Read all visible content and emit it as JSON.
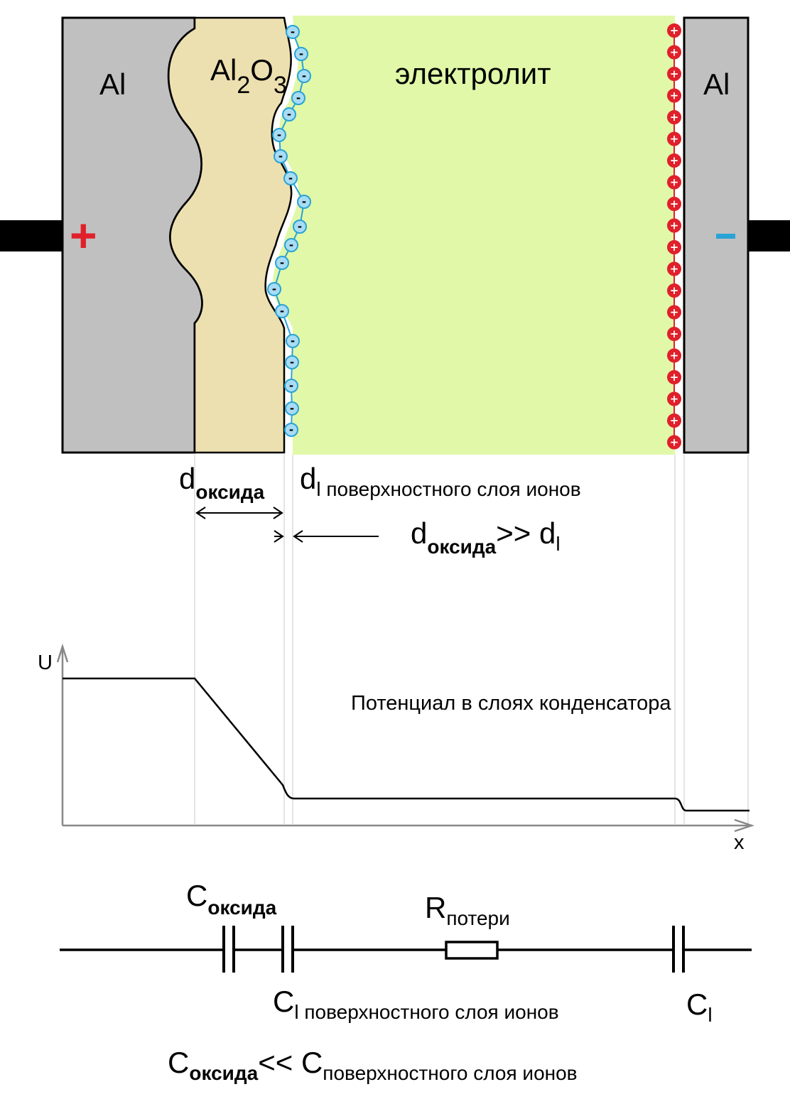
{
  "layers": {
    "anode_label": "Al",
    "oxide_label": {
      "base": "Al",
      "sub1": "2",
      "mid": "O",
      "sub2": "3"
    },
    "electrolyte_label": "электролит",
    "cathode_label": "Al",
    "anode_terminal_sign": "+",
    "cathode_terminal_sign": "-",
    "negative_ion_sign": "-",
    "positive_ion_sign": "+"
  },
  "dimensions": {
    "d_oxide": {
      "base": "d",
      "sub": "оксида"
    },
    "d_layer": {
      "base": "d",
      "sub": "l поверхностного слоя ионов"
    },
    "relation": {
      "base1": "d",
      "sub1": "оксида",
      "op": ">> d",
      "sub2": "l"
    }
  },
  "potential_graph": {
    "y_axis_label": "U",
    "x_axis_label": "x",
    "caption": "Потенциал в слоях конденсатора"
  },
  "circuit": {
    "c_oxide": {
      "base": "C",
      "sub": "оксида"
    },
    "r_loss": {
      "base": "R",
      "sub": "потери"
    },
    "c_layer": {
      "base": "C",
      "sub": "l поверхностного слоя ионов"
    },
    "c_cathode": {
      "base": "C",
      "sub": "l"
    },
    "relation": {
      "base1": "C",
      "sub1": "оксида",
      "op": "<< C",
      "sub2": "поверхностного слоя ионов"
    }
  },
  "colors": {
    "aluminum": "#c0c0c0",
    "oxide": "#ede0b0",
    "electrolyte": "#e0f8a8",
    "negative_ion": "#29a3d6",
    "negative_ion_fill": "#a8dcf4",
    "positive_ion": "#e0202a",
    "anode_sign": "#e0202a",
    "cathode_sign": "#29a3d6"
  }
}
